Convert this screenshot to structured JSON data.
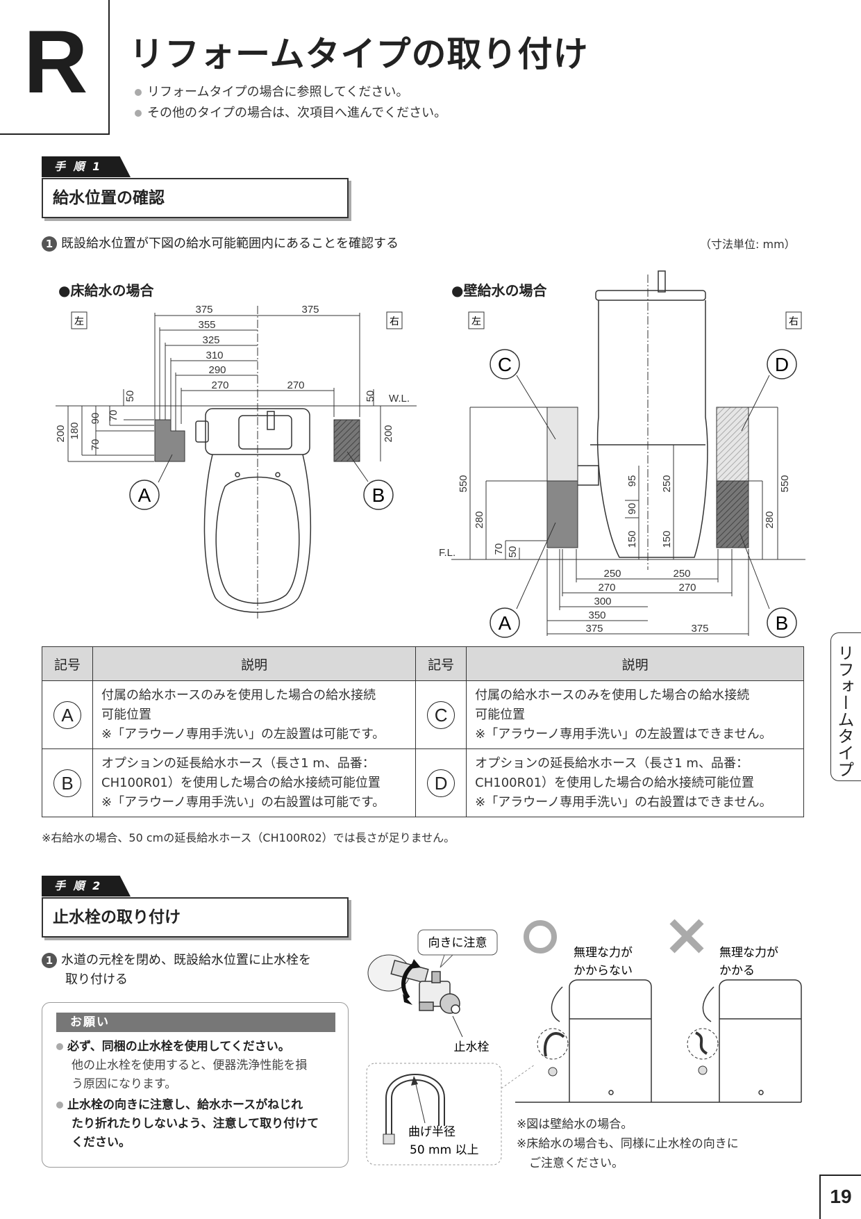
{
  "header": {
    "letter": "R",
    "title": "リフォームタイプの取り付け",
    "bullets": [
      "リフォームタイプの場合に参照してください。",
      "その他のタイプの場合は、次項目へ進んでください。"
    ]
  },
  "step1": {
    "tag": "手 順 1",
    "title": "給水位置の確認",
    "instruction_num": "1",
    "instruction": "既設給水位置が下図の給水可能範囲内にあることを確認する",
    "unit_note": "（寸法単位: mm）",
    "floor_title": "●床給水の場合",
    "wall_title": "●壁給水の場合",
    "left_label": "左",
    "right_label": "右",
    "wl_label": "W.L.",
    "fl_label": "F.L.",
    "floor_dims": {
      "top_left": [
        "375",
        "355",
        "325",
        "310",
        "290",
        "270"
      ],
      "top_right": [
        "375",
        "270"
      ],
      "v_left": [
        "200",
        "180",
        "90",
        "70",
        "70",
        "50"
      ],
      "v_right": [
        "50",
        "200"
      ]
    },
    "wall_dims": {
      "v_left": [
        "550",
        "280",
        "70",
        "50"
      ],
      "v_mid": [
        "95",
        "90",
        "150",
        "250",
        "150"
      ],
      "v_right": [
        "550",
        "280"
      ],
      "h_left": [
        "250",
        "270",
        "300",
        "350",
        "375"
      ],
      "h_right": [
        "250",
        "270",
        "375"
      ]
    },
    "markers": {
      "a": "A",
      "b": "B",
      "c": "C",
      "d": "D"
    }
  },
  "table": {
    "head_symbol": "記号",
    "head_desc": "説明",
    "rows": [
      {
        "left_sym": "A",
        "left_lines": [
          "付属の給水ホースのみを使用した場合の給水接続",
          "可能位置",
          "※「アラウーノ専用手洗い」の左設置は可能です。"
        ],
        "right_sym": "C",
        "right_lines": [
          "付属の給水ホースのみを使用した場合の給水接続",
          "可能位置",
          "※「アラウーノ専用手洗い」の左設置はできません。"
        ]
      },
      {
        "left_sym": "B",
        "left_lines": [
          "オプションの延長給水ホース（長さ1 m、品番：",
          "CH100R01）を使用した場合の給水接続可能位置",
          "※「アラウーノ専用手洗い」の右設置は可能です。"
        ],
        "right_sym": "D",
        "right_lines": [
          "オプションの延長給水ホース（長さ1 m、品番：",
          "CH100R01）を使用した場合の給水接続可能位置",
          "※「アラウーノ専用手洗い」の右設置はできません。"
        ]
      }
    ],
    "footnote": "※右給水の場合、50 cmの延長給水ホース（CH100R02）では長さが足りません。"
  },
  "step2": {
    "tag": "手 順 2",
    "title": "止水栓の取り付け",
    "instruction_num": "1",
    "instruction_lines": [
      "水道の元栓を閉め、既設給水位置に止水栓を",
      "取り付ける"
    ],
    "notice_title": "お願い",
    "notice_items": [
      {
        "bold": "必ず、同梱の止水栓を使用してください。",
        "normal_lines": [
          "他の止水栓を使用すると、便器洗浄性能を損",
          "う原因になります。"
        ]
      },
      {
        "bold_lines": [
          "止水栓の向きに注意し、給水ホースがねじれ",
          "たり折れたりしないよう、注意して取り付けて",
          "ください。"
        ]
      }
    ],
    "callout_direction": "向きに注意",
    "valve_label": "止水栓",
    "bend_lines": [
      "曲げ半径",
      "50 mm 以上"
    ],
    "good_lines": [
      "無理な力が",
      "かからない"
    ],
    "bad_lines": [
      "無理な力が",
      "かかる"
    ],
    "notes": [
      "※図は壁給水の場合。",
      "※床給水の場合も、同様に止水栓の向きに",
      "ご注意ください。"
    ]
  },
  "side_tab": "リフォームタイプ",
  "page_number": "19"
}
